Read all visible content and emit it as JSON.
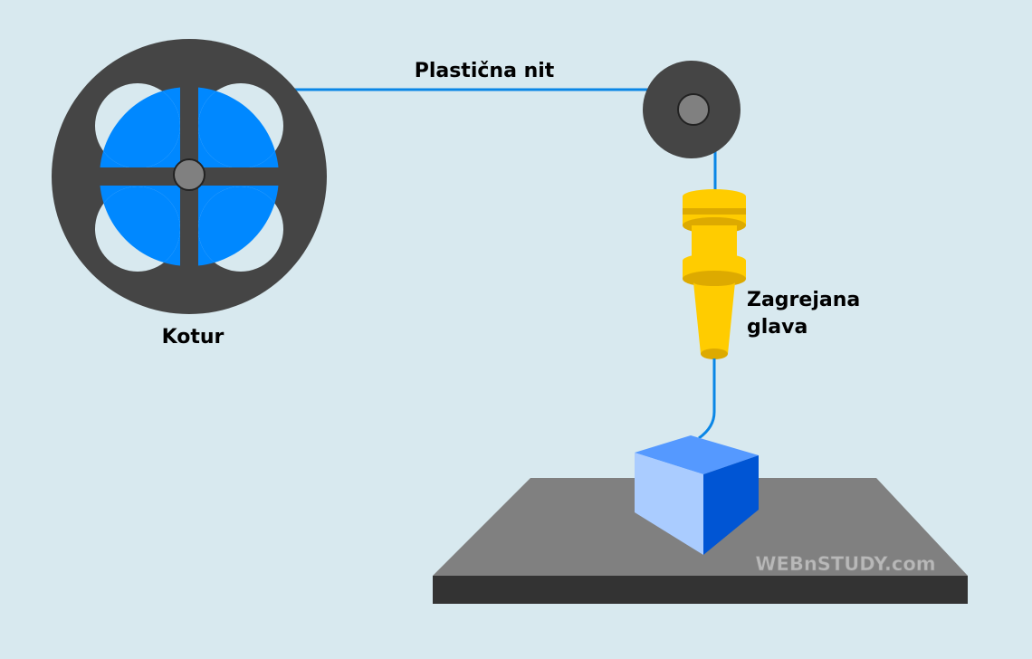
{
  "labels": {
    "filament": "Plastična nit",
    "spool": "Kotur",
    "head_line1": "Zagrejana",
    "head_line2": "glava"
  },
  "watermark": "WEBnSTUDY.com",
  "colors": {
    "background": "#d8e9ef",
    "spool_frame": "#454545",
    "hub": "#808080",
    "filament": "#0a86e6",
    "plastic_fill": "#0088ff",
    "head_light": "#ffcc00",
    "head_dark": "#ddaa00",
    "bed_top": "#808080",
    "bed_side": "#333333",
    "cube_top": "#5599ff",
    "cube_front": "#aaccff",
    "cube_side": "#0055d4"
  }
}
